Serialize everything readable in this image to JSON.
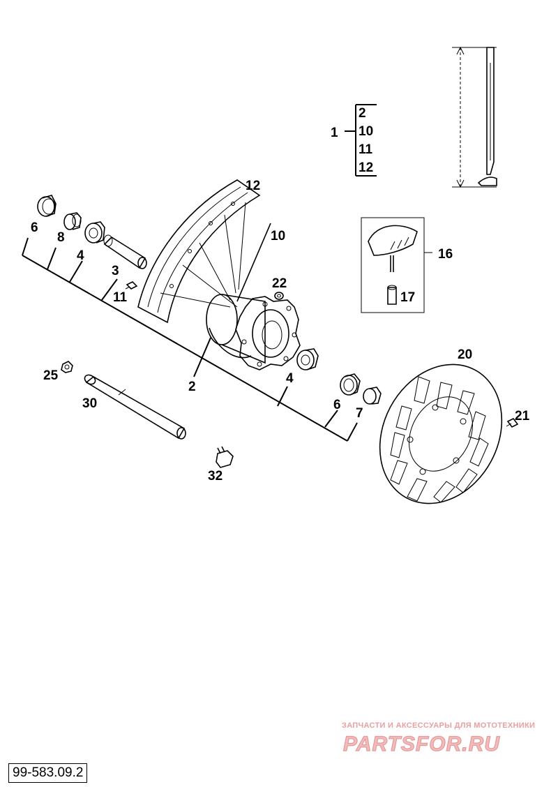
{
  "diagram": {
    "part_labels": [
      {
        "id": "p1",
        "text": "1"
      },
      {
        "id": "p2a",
        "text": "2"
      },
      {
        "id": "p10a",
        "text": "10"
      },
      {
        "id": "p11a",
        "text": "11"
      },
      {
        "id": "p12a",
        "text": "12"
      },
      {
        "id": "p12",
        "text": "12"
      },
      {
        "id": "p10",
        "text": "10"
      },
      {
        "id": "p6",
        "text": "6"
      },
      {
        "id": "p8",
        "text": "8"
      },
      {
        "id": "p4",
        "text": "4"
      },
      {
        "id": "p3",
        "text": "3"
      },
      {
        "id": "p11",
        "text": "11"
      },
      {
        "id": "p22",
        "text": "22"
      },
      {
        "id": "p16",
        "text": "16"
      },
      {
        "id": "p17",
        "text": "17"
      },
      {
        "id": "p2",
        "text": "2"
      },
      {
        "id": "p4b",
        "text": "4"
      },
      {
        "id": "p6b",
        "text": "6"
      },
      {
        "id": "p7",
        "text": "7"
      },
      {
        "id": "p20",
        "text": "20"
      },
      {
        "id": "p21",
        "text": "21"
      },
      {
        "id": "p25",
        "text": "25"
      },
      {
        "id": "p30",
        "text": "30"
      },
      {
        "id": "p32",
        "text": "32"
      }
    ],
    "drawing_code": "99-583.09.2"
  },
  "watermark": {
    "tagline": "ЗАПЧАСТИ И АКСЕССУАРЫ ДЛЯ МОТОТЕХНИКИ",
    "brand": "PARTSFOR.RU",
    "color": "#e8a0a0"
  }
}
